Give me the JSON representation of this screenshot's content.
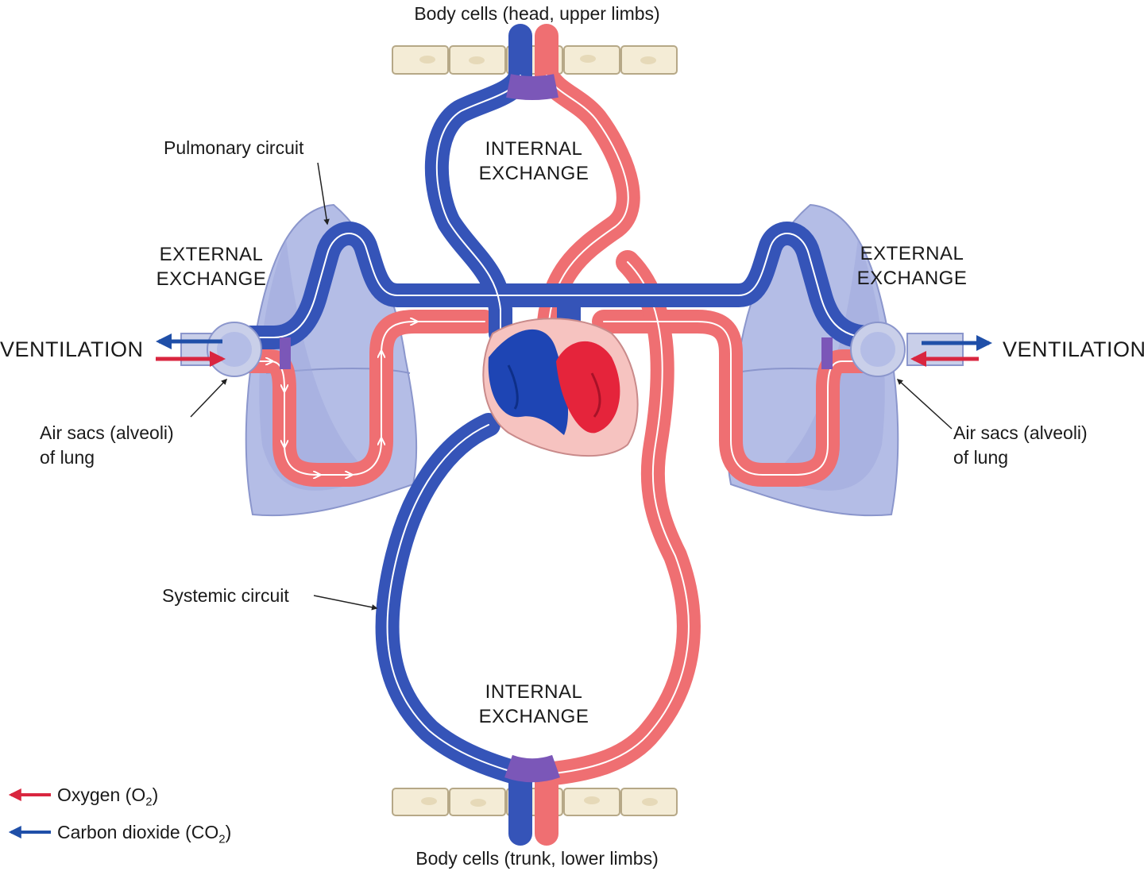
{
  "labels": {
    "body_cells_top": "Body cells (head, upper limbs)",
    "body_cells_bottom": "Body cells (trunk, lower limbs)",
    "internal_exchange_top": [
      "INTERNAL",
      "EXCHANGE"
    ],
    "internal_exchange_bottom": [
      "INTERNAL",
      "EXCHANGE"
    ],
    "external_exchange_left": [
      "EXTERNAL",
      "EXCHANGE"
    ],
    "external_exchange_right": [
      "EXTERNAL",
      "EXCHANGE"
    ],
    "ventilation_left": "VENTILATION",
    "ventilation_right": "VENTILATION",
    "pulmonary_circuit": "Pulmonary circuit",
    "systemic_circuit": "Systemic circuit",
    "air_sacs_left": [
      "Air sacs (alveoli)",
      "of lung"
    ],
    "air_sacs_right": [
      "Air sacs (alveoli)",
      "of lung"
    ]
  },
  "legend": {
    "oxygen": {
      "label": "Oxygen (O",
      "subscript": "2",
      "suffix": ")",
      "color": "#d9263f"
    },
    "carbon_dioxide": {
      "label": "Carbon dioxide (CO",
      "subscript": "2",
      "suffix": ")",
      "color": "#1f4fa8"
    }
  },
  "colors": {
    "oxygenated": "#ef6f72",
    "deoxygenated": "#3554b8",
    "exchange": "#7b57b8",
    "lung": "#b4bde6",
    "cells": "#f4ecd6"
  }
}
